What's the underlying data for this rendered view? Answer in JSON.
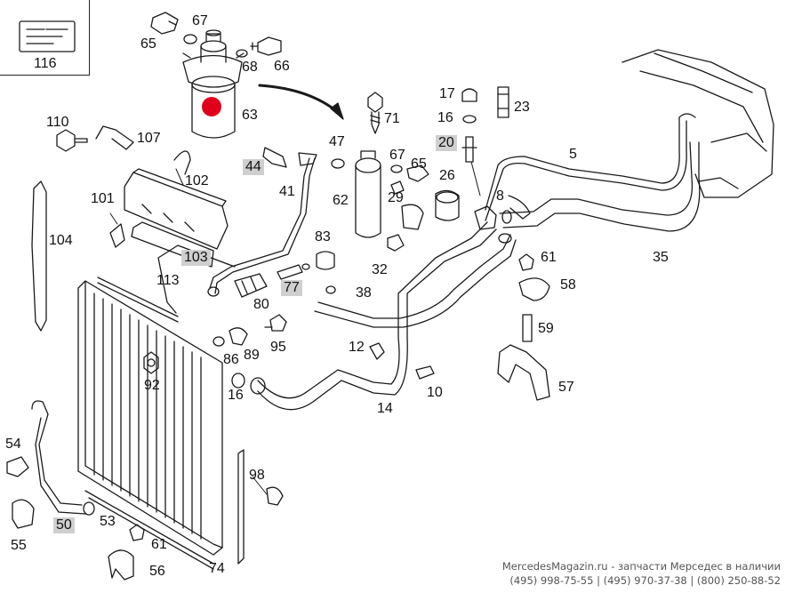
{
  "diagram": {
    "marker_color": "#e0001b",
    "highlight_color": "#cfcfcf",
    "callouts": {
      "c116": "116",
      "c65a": "65",
      "c67a": "67",
      "c68": "68",
      "c66": "66",
      "c63": "63",
      "c110": "110",
      "c107": "107",
      "c102": "102",
      "c44": "44",
      "c41": "41",
      "c47": "47",
      "c71": "71",
      "c17": "17",
      "c16a": "16",
      "c20": "20",
      "c23": "23",
      "c67b": "67",
      "c65b": "65",
      "c62": "62",
      "c29": "29",
      "c26": "26",
      "c5": "5",
      "c8": "8",
      "c101": "101",
      "c104": "104",
      "c103": "103",
      "c113": "113",
      "c83": "83",
      "c77": "77",
      "c80": "80",
      "c38": "38",
      "c32": "32",
      "c35": "35",
      "c61a": "61",
      "c58": "58",
      "c59": "59",
      "c86": "86",
      "c89": "89",
      "c95": "95",
      "c12": "12",
      "c92": "92",
      "c16b": "16",
      "c10": "10",
      "c14": "14",
      "c57": "57",
      "c54": "54",
      "c98": "98",
      "c50": "50",
      "c53": "53",
      "c55": "55",
      "c61b": "61",
      "c56": "56",
      "c74": "74"
    }
  },
  "footer": {
    "line1": "MercedesMagazin.ru - запчасти Мерседес в наличии",
    "line2": "(495) 998-75-55 |  (495) 970-37-38 |  (800) 250-88-52"
  }
}
